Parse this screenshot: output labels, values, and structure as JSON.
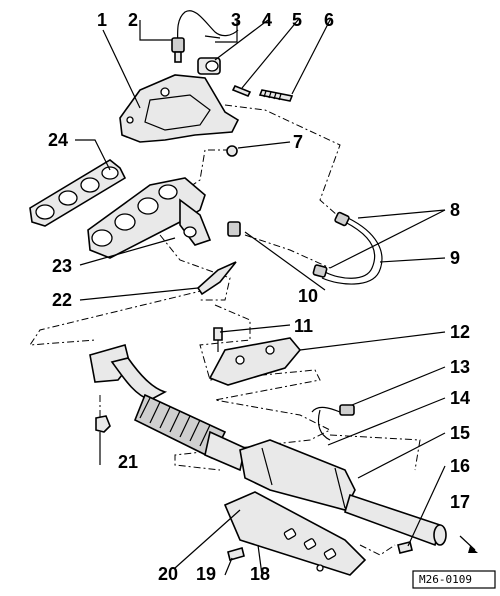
{
  "diagram": {
    "callouts": [
      "1",
      "2",
      "3",
      "4",
      "5",
      "6",
      "7",
      "8",
      "9",
      "10",
      "11",
      "12",
      "13",
      "14",
      "15",
      "16",
      "17",
      "18",
      "19",
      "20",
      "21",
      "22",
      "23",
      "24"
    ],
    "drawing_code": "M26-0109"
  }
}
